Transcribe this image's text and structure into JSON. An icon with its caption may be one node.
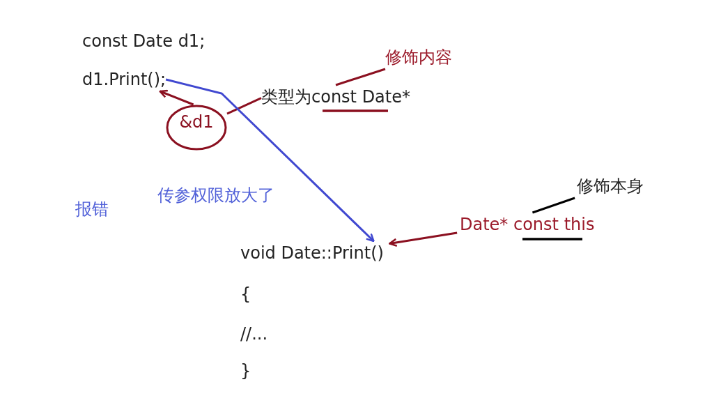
{
  "diagram": {
    "nodes": [
      {
        "text": [
          "d1.Print();"
        ]
      },
      {
        "text": [
          "&d1"
        ]
      },
      {
        "text": [
          "类型为const Date*"
        ]
      },
      {
        "text": [
          "修饰内容"
        ]
      },
      {
        "text": [
          "void Date::Print()"
        ]
      },
      {
        "text": [
          "Date* const this"
        ]
      },
      {
        "text": [
          "修饰本身"
        ]
      }
    ],
    "edges": [
      {
        "from": 1,
        "to": 0,
        "arrow": "to"
      },
      {
        "from": 2,
        "to": 1,
        "arrow": "none"
      },
      {
        "from": 0,
        "to": 4,
        "arrow": "to",
        "color": "#4048d0"
      },
      {
        "from": 3,
        "to": 2,
        "arrow": "none"
      },
      {
        "from": 5,
        "to": 4,
        "arrow": "to"
      },
      {
        "from": 6,
        "to": 5,
        "arrow": "none",
        "color": "#000000"
      }
    ],
    "labels": [
      "const Date d1;",
      "报错",
      "传参权限放大了",
      "{",
      "//...",
      "}"
    ]
  }
}
